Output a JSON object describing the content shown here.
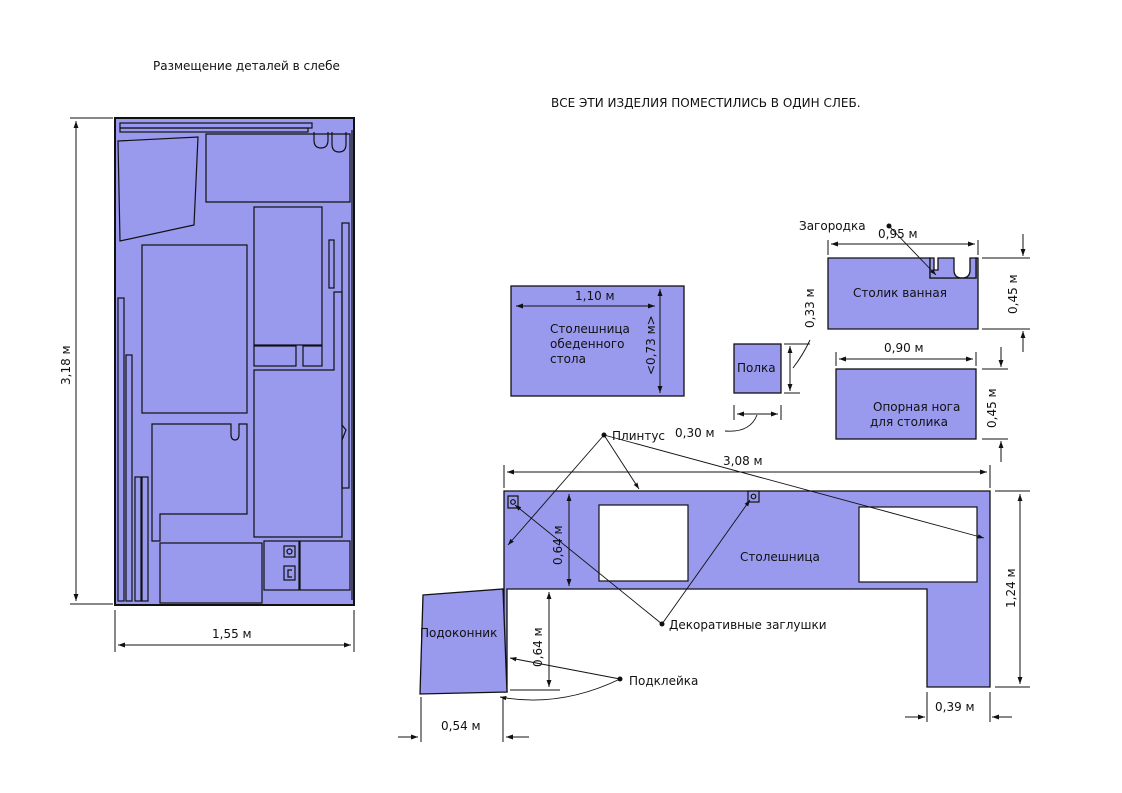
{
  "title": "Размещение деталей в слебе",
  "subtitle": "ВСЕ ЭТИ ИЗДЕЛИЯ ПОМЕСТИЛИСЬ В ОДИН СЛЕБ.",
  "slab": {
    "height_label": "3,18 м",
    "width_label": "1,55 м"
  },
  "parts": {
    "dining_top": {
      "label_lines": [
        "Столешница",
        "обеденного",
        "стола"
      ],
      "width_label": "1,10 м",
      "height_label": "<0,73 м>"
    },
    "shelf": {
      "label": "Полка",
      "width_label": "0,30 м",
      "height_label": "0,33 м"
    },
    "bath_table": {
      "label": "Столик ванная",
      "width_label": "0,95 м",
      "height_label": "0,45 м",
      "callout": "Загородка"
    },
    "leg": {
      "label_lines": [
        "Опорная нога",
        "для столика"
      ],
      "width_label": "0,90 м",
      "height_label": "0,45 м"
    },
    "countertop": {
      "label": "Столешница",
      "width_label": "3,08 м",
      "height_label": "1,24 м",
      "depth_label": "0,64 м",
      "leg_width_label": "0,39 м"
    },
    "sill": {
      "label": "Подоконник",
      "width_label": "0,54 м",
      "height_label": "0,64 м"
    }
  },
  "callouts": {
    "plinth": "Плинтус",
    "plugs": "Декоративные заглушки",
    "glue": "Подклейка"
  },
  "colors": {
    "part_fill": "#9999ee",
    "line": "#111111",
    "background": "#ffffff"
  }
}
